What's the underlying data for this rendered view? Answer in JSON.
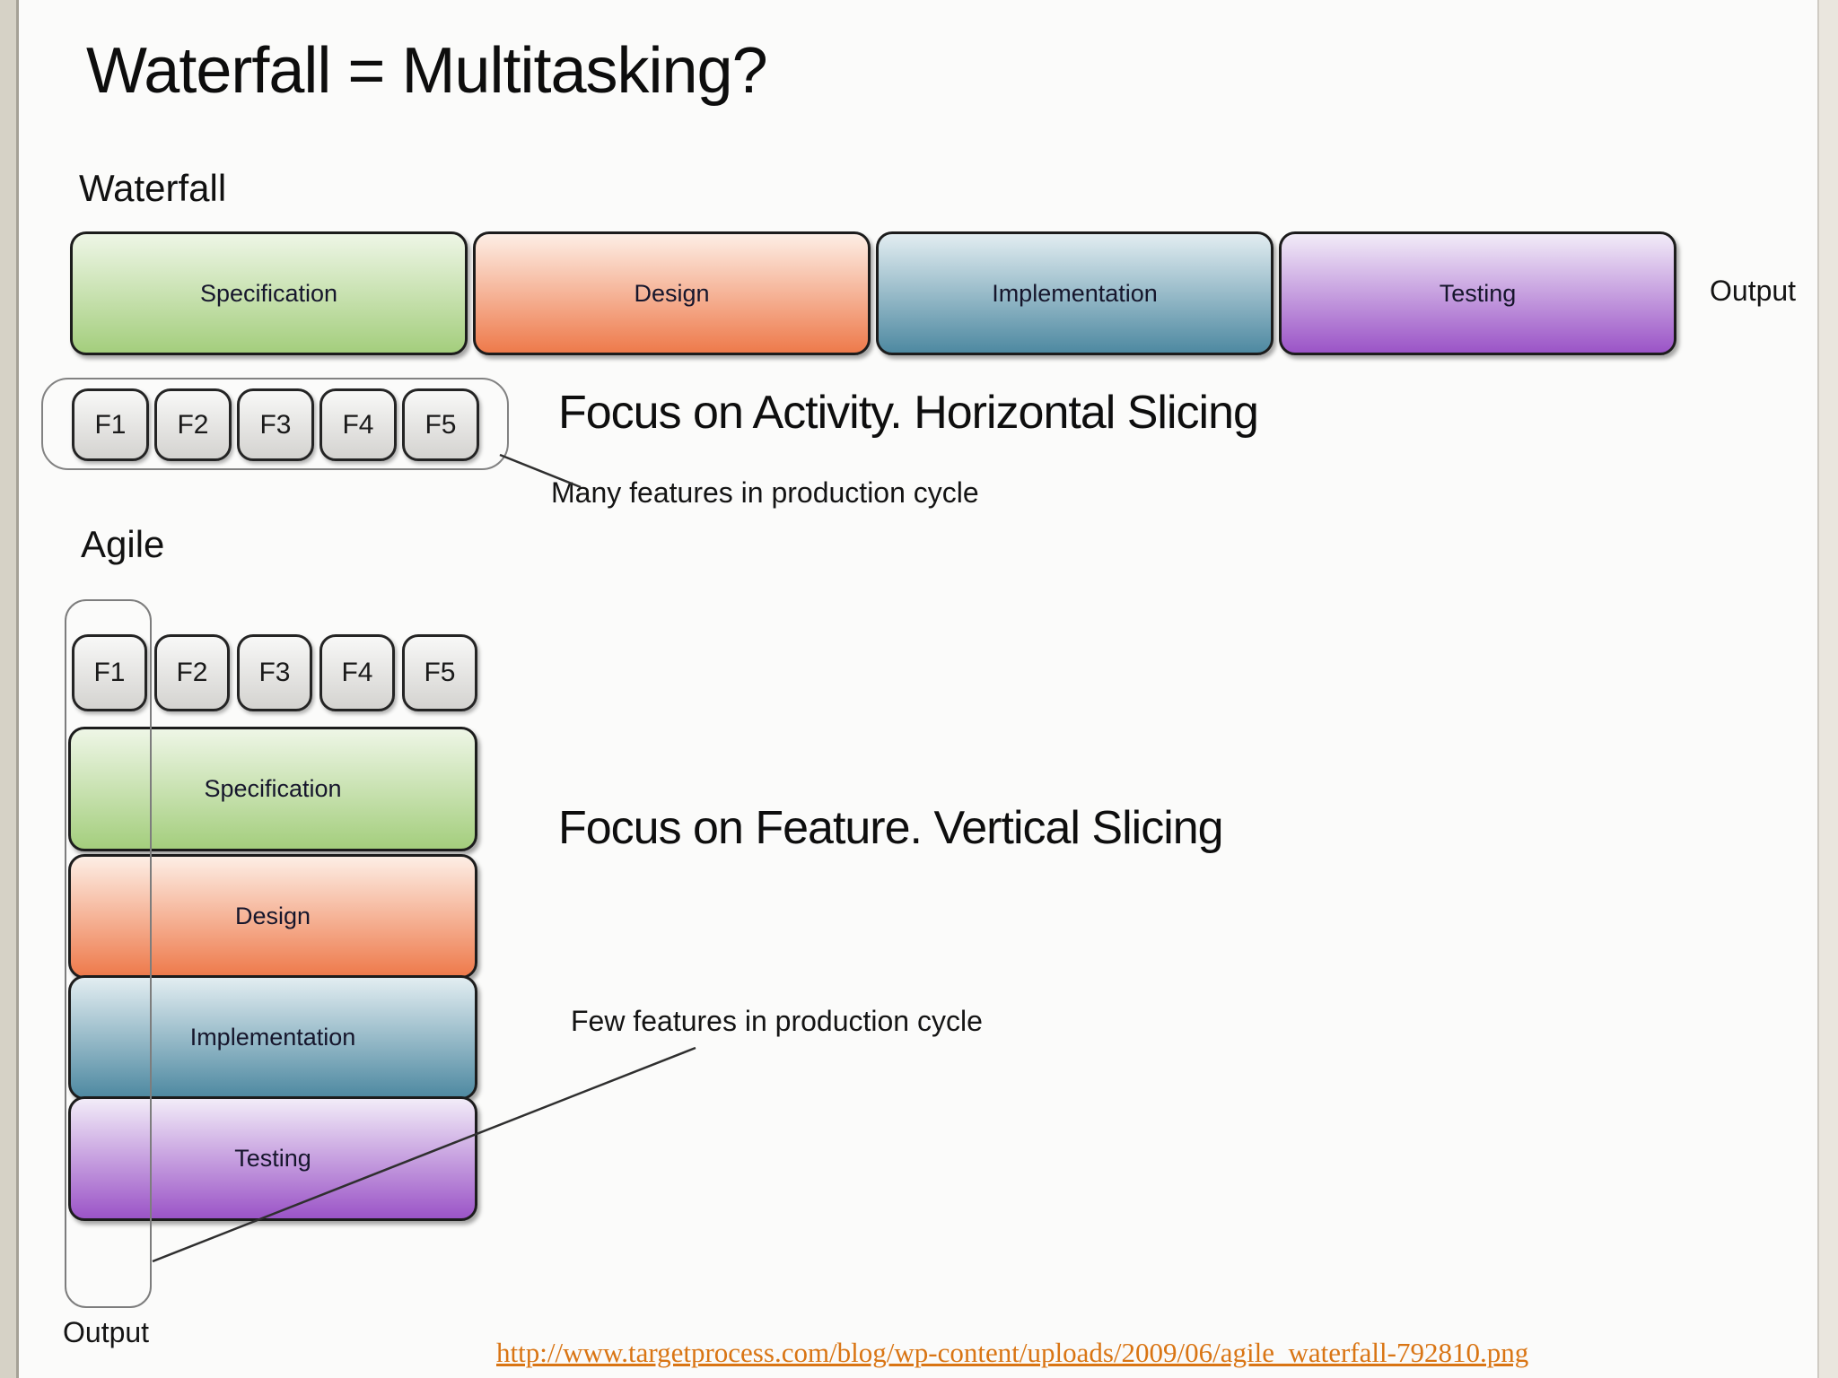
{
  "slide": {
    "title": "Waterfall = Multitasking?"
  },
  "waterfall": {
    "label": "Waterfall",
    "phases": [
      {
        "label": "Specification"
      },
      {
        "label": "Design"
      },
      {
        "label": "Implementation"
      },
      {
        "label": "Testing"
      }
    ],
    "output_label": "Output",
    "callout": "Focus on Activity. Horizontal Slicing",
    "note": "Many features in production cycle"
  },
  "agile": {
    "label": "Agile",
    "phases": [
      {
        "label": "Specification"
      },
      {
        "label": "Design"
      },
      {
        "label": "Implementation"
      },
      {
        "label": "Testing"
      }
    ],
    "output_label": "Output",
    "callout": "Focus on Feature. Vertical Slicing",
    "note": "Few features in production cycle"
  },
  "features": [
    "F1",
    "F2",
    "F3",
    "F4",
    "F5"
  ],
  "source_link": {
    "url_text": "http://www.targetprocess.com/blog/wp-content/uploads/2009/06/agile_waterfall-792810.png"
  },
  "colors": {
    "green": {
      "top": "#eef6e6",
      "bottom": "#a4ce7d"
    },
    "orange": {
      "top": "#fdeee5",
      "bottom": "#ee7a4b"
    },
    "teal": {
      "top": "#e2edf1",
      "bottom": "#4e89a1"
    },
    "purple": {
      "top": "#f2ecf8",
      "bottom": "#9b54c7"
    },
    "feature": {
      "top": "#f8f8f7",
      "bottom": "#d4d3d0"
    },
    "link": "#d97514"
  }
}
